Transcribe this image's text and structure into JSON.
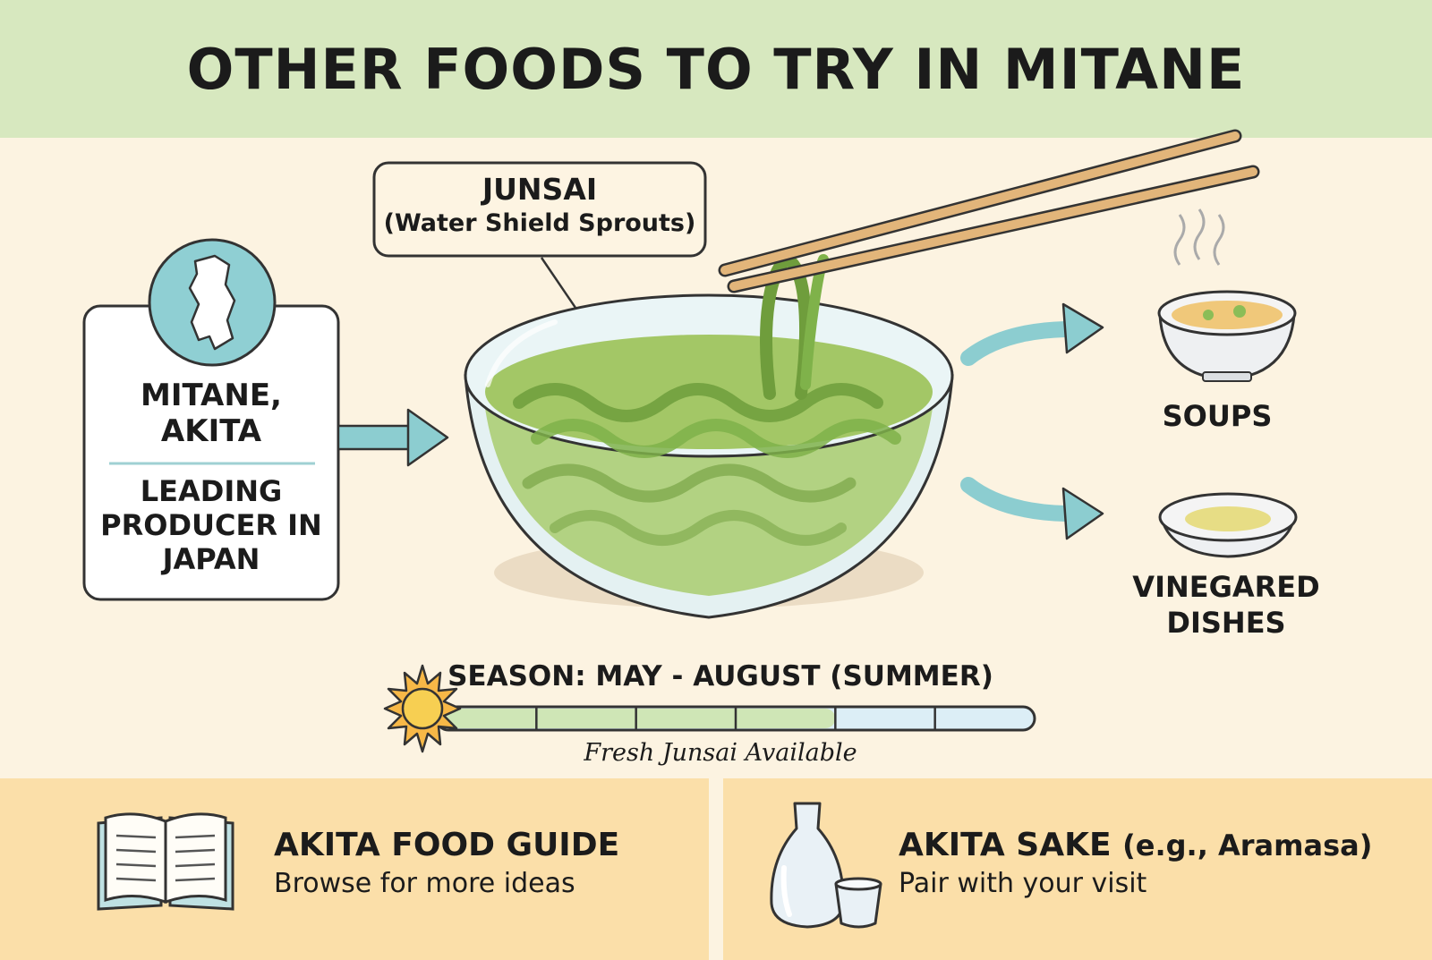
{
  "header": {
    "title": "OTHER FOODS TO TRY IN MITANE"
  },
  "callout": {
    "title": "JUNSAI",
    "subtitle": "(Water Shield Sprouts)"
  },
  "location": {
    "title": "MITANE, AKITA",
    "subtitle": "LEADING PRODUCER IN JAPAN"
  },
  "uses": [
    {
      "label": "SOUPS"
    },
    {
      "label": "VINEGARED DISHES"
    }
  ],
  "season": {
    "label": "SEASON: MAY - AUGUST (SUMMER)",
    "note": "Fresh Junsai Available",
    "segments_total": 6,
    "segments_in_season": 4
  },
  "footer": {
    "left": {
      "title": "AKITA FOOD GUIDE",
      "subtitle": "Browse for more ideas"
    },
    "right": {
      "title": "AKITA SAKE",
      "title_aside": "(e.g., Aramasa)",
      "subtitle": "Pair with your visit"
    }
  },
  "colors": {
    "header_bg": "#d7e8bf",
    "page_bg": "#fcf3e1",
    "footer_bg": "#fbdfa9",
    "arrow": "#8ccdd0",
    "junsai_green": "#7fb24a",
    "season_in": "#cfe6b6",
    "season_out": "#dceef6"
  },
  "icons": [
    "akita-map-icon",
    "chopsticks-icon",
    "soup-bowl-icon",
    "vinegar-dish-icon",
    "sun-icon",
    "open-book-icon",
    "sake-bottle-icon"
  ]
}
